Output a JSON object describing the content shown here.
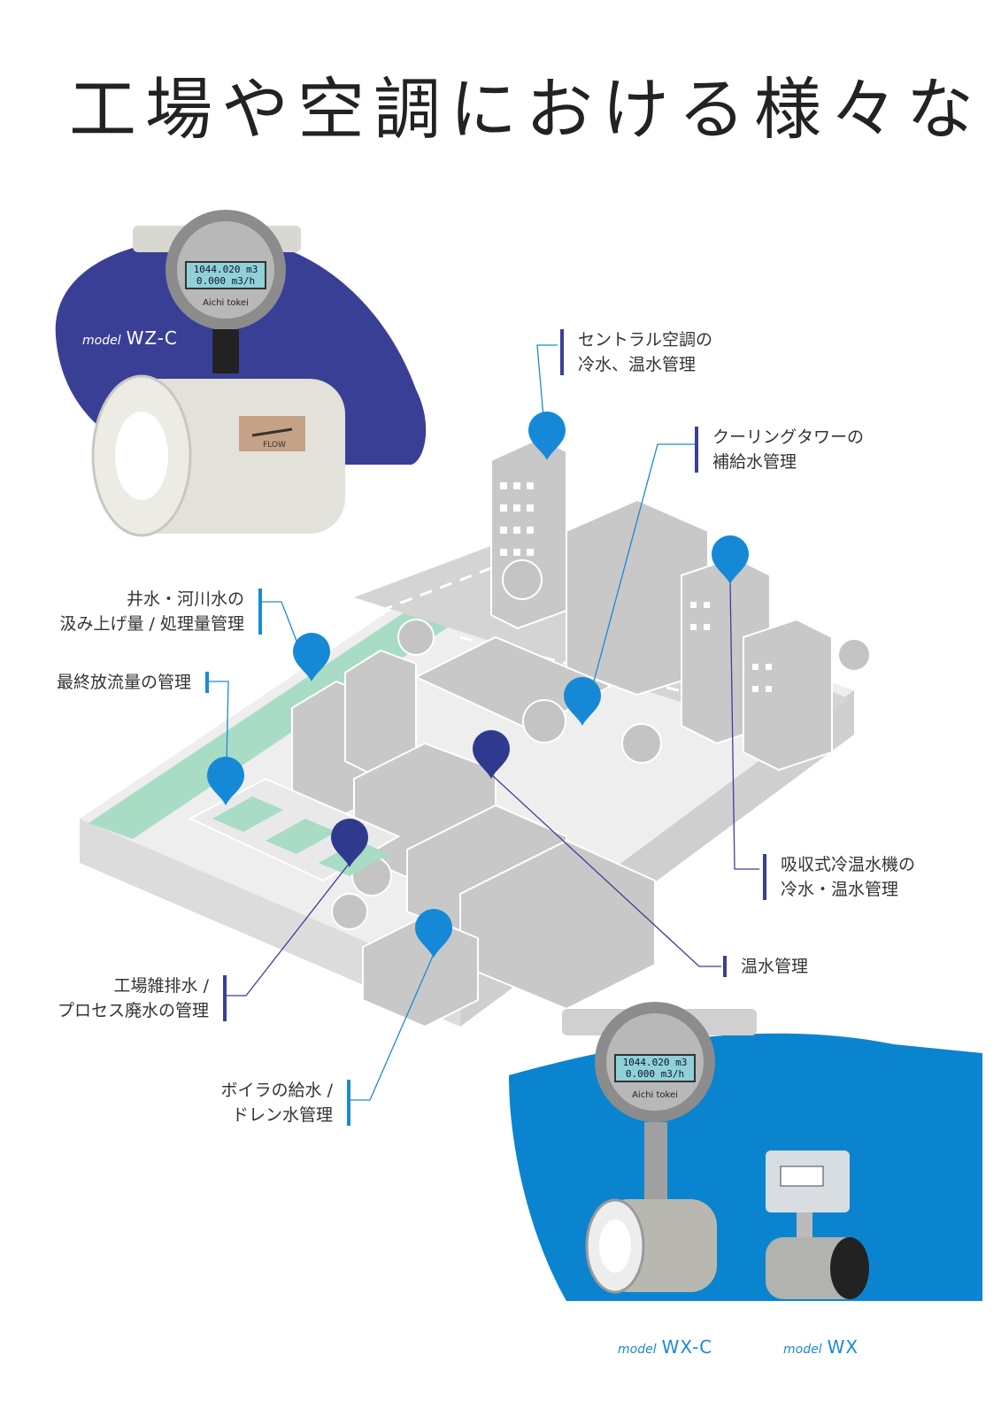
{
  "headline": "工場や空調における様々な",
  "colors": {
    "navy": "#3a3f96",
    "blue": "#1b8ad3",
    "blue_dark": "#0d6fc0",
    "building": "#c9c9c9",
    "water": "#9fd9c0",
    "pin_light": "#1689d6",
    "pin_dark": "#2f3a8f"
  },
  "models": {
    "wzc": {
      "prefix": "model",
      "name": "WZ-C"
    },
    "wxc": {
      "prefix": "model",
      "name": "WX-C"
    },
    "wx": {
      "prefix": "model",
      "name": "WX"
    }
  },
  "callouts": {
    "central_ac": {
      "line1": "セントラル空調の",
      "line2": "冷水、温水管理"
    },
    "cooling_tower": {
      "line1": "クーリングタワーの",
      "line2": "補給水管理"
    },
    "well_water": {
      "line1": "井水・河川水の",
      "line2": "汲み上げ量 / 処理量管理"
    },
    "final_discharge": {
      "line1": "最終放流量の管理"
    },
    "absorption": {
      "line1": "吸収式冷温水機の",
      "line2": "冷水・温水管理"
    },
    "hot_water": {
      "line1": "温水管理"
    },
    "factory_waste": {
      "line1": "工場雑排水 /",
      "line2": "プロセス廃水の管理"
    },
    "boiler": {
      "line1": "ボイラの給水 /",
      "line2": "ドレン水管理"
    }
  },
  "meter": {
    "display_line1": "1044.020 m3",
    "display_line2": "0.000 m3/h",
    "brand": "Aichi tokei",
    "flow": "FLOW"
  }
}
